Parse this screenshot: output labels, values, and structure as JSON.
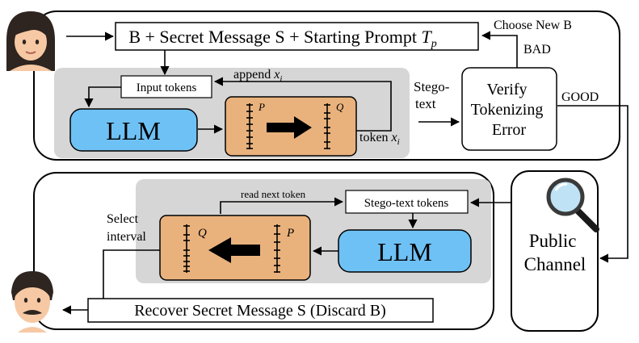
{
  "top": {
    "prompt_box": "B + Secret Message S + Starting Prompt",
    "prompt_var": "T",
    "prompt_sub": "p",
    "input_tokens": "Input tokens",
    "append_text": "append",
    "append_var": "x",
    "append_sub": "i",
    "llm": "LLM",
    "interval_p": "P",
    "interval_q": "Q",
    "token_text": "token",
    "token_var": "x",
    "token_sub": "i",
    "stego_line1": "Stego-",
    "stego_line2": "text",
    "verify_line1": "Verify",
    "verify_line2": "Tokenizing",
    "verify_line3": "Error",
    "choose_new": "Choose New B",
    "bad": "BAD",
    "good": "GOOD"
  },
  "channel": {
    "line1": "Public",
    "line2": "Channel"
  },
  "bottom": {
    "read_next": "read next token",
    "stego_tokens": "Stego-text tokens",
    "select_line1": "Select",
    "select_line2": "interval",
    "interval_q": "Q",
    "interval_p": "P",
    "llm": "LLM",
    "recover": "Recover Secret Message S (Discard B)"
  },
  "colors": {
    "llm_fill": "#6ec1f5",
    "interval_fill": "#e9b27d",
    "panel_fill": "#d6d6d6",
    "magnifier_lens": "#bfe3f5"
  }
}
